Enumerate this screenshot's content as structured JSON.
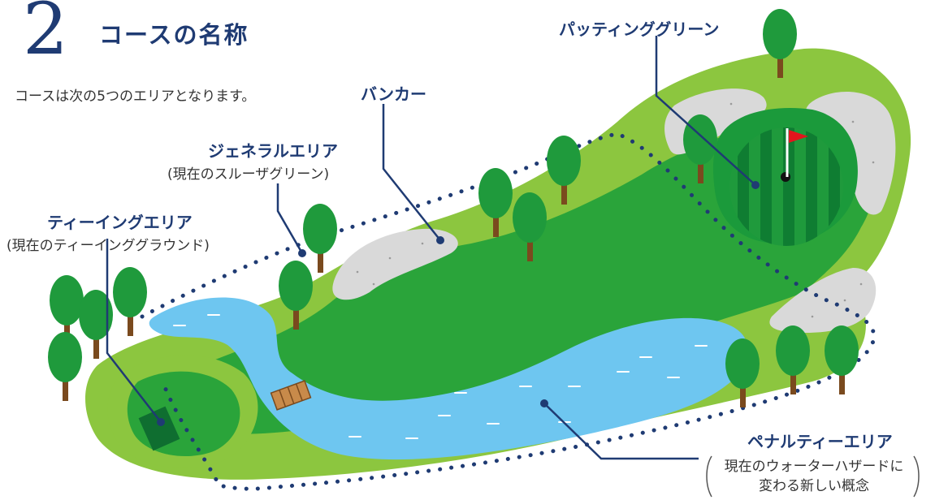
{
  "section": {
    "number": "2",
    "title": "コースの名称"
  },
  "intro": "コースは次の5つのエリアとなります。",
  "areas": {
    "teeing": {
      "name": "ティーイングエリア",
      "note": "(現在のティーインググラウンド)"
    },
    "general": {
      "name": "ジェネラルエリア",
      "note": "(現在のスルーザグリーン)"
    },
    "bunker": {
      "name": "バンカー"
    },
    "putting_green": {
      "name": "パッティンググリーン"
    },
    "penalty": {
      "name": "ペナルティーエリア",
      "note_line1": "現在のウォーターハザードに",
      "note_line2": "変わる新しい概念"
    }
  },
  "colors": {
    "rough": "#8cc63f",
    "fairway": "#2aa43a",
    "green_light": "#1b9a3b",
    "green_stripe": "#0f7d32",
    "water": "#6ec6f0",
    "sand": "#d9d9d9",
    "tree": "#1f9a3c",
    "trunk": "#7a4a1e",
    "label": "#1f3b73",
    "flag": "#e3151c"
  }
}
